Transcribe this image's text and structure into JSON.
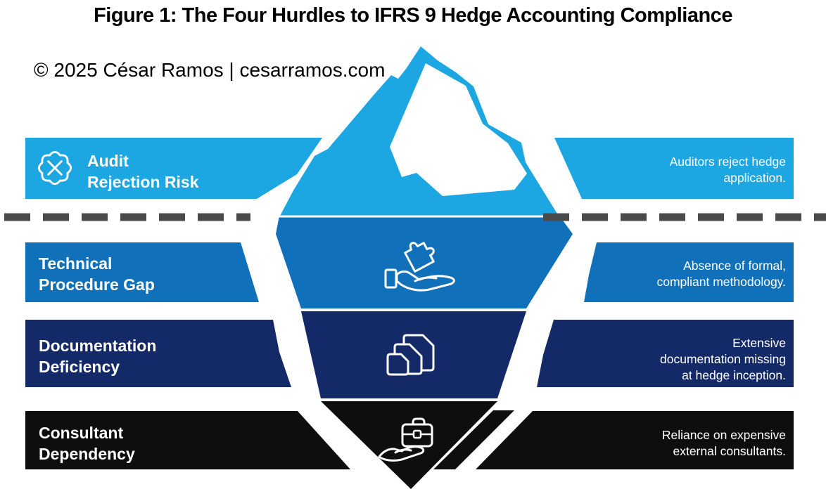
{
  "title": "Figure 1: The Four Hurdles to IFRS 9 Hedge Accounting Compliance",
  "copyright": "© 2025 César Ramos | cesarramos.com",
  "waterline": {
    "color": "#4A4A4A"
  },
  "hurdles": [
    {
      "id": "audit-rejection-risk",
      "label": "Audit Rejection Risk",
      "label_lines": [
        "Audit",
        "Rejection Risk"
      ],
      "description": "Auditors reject hedge application.",
      "desc_lines": [
        "Auditors reject hedge",
        "application."
      ],
      "color": "#1CA7E2",
      "icon": "badge-x-icon"
    },
    {
      "id": "technical-procedure-gap",
      "label": "Technical Procedure Gap",
      "label_lines": [
        "Technical",
        "Procedure Gap"
      ],
      "description": "Absence of formal, compliant methodology.",
      "desc_lines": [
        "Absence of formal,",
        "compliant methodology."
      ],
      "color": "#1070BA",
      "icon": "hand-puzzle-icon"
    },
    {
      "id": "documentation-deficiency",
      "label": "Documentation Deficiency",
      "label_lines": [
        "Documentation",
        "Deficiency"
      ],
      "description": "Extensive documentation missing at hedge inception.",
      "desc_lines": [
        "Extensive",
        "documentation missing",
        "at hedge inception."
      ],
      "color": "#142968",
      "icon": "documents-icon"
    },
    {
      "id": "consultant-dependency",
      "label": "Consultant Dependency",
      "label_lines": [
        "Consultant",
        "Dependency"
      ],
      "description": "Reliance on expensive external consultants.",
      "desc_lines": [
        "Reliance on expensive",
        "external consultants."
      ],
      "color": "#0E0E0E",
      "icon": "hand-briefcase-icon"
    }
  ]
}
